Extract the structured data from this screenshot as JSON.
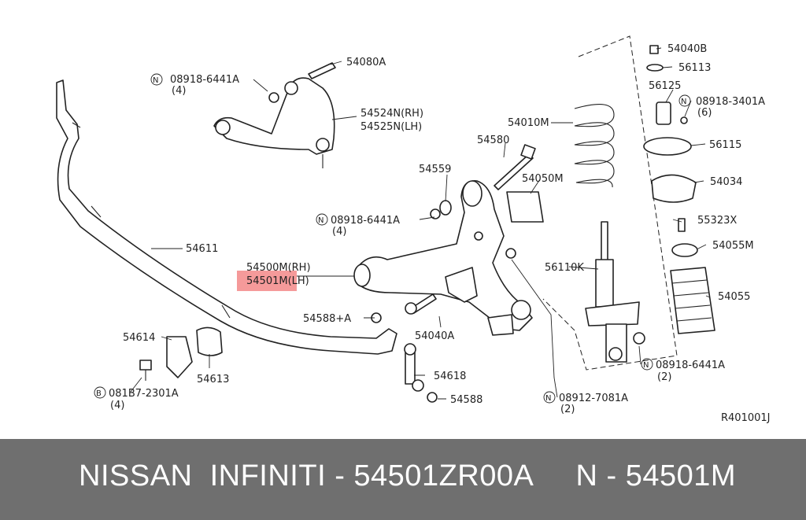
{
  "labels": {
    "p54080A": "54080A",
    "p08918_6441A_top": "08918-6441A",
    "p08918_6441A_top_qty": "(4)",
    "p54524N": "54524N(RH)",
    "p54525N": "54525N(LH)",
    "p54010M": "54010M",
    "p54040B": "54040B",
    "p56113": "56113",
    "p56125": "56125",
    "p08918_3401A": "08918-3401A",
    "p08918_3401A_qty": "(6)",
    "p56115": "56115",
    "p54580": "54580",
    "p54559": "54559",
    "p54050M": "54050M",
    "p54034": "54034",
    "p08918_6441A_mid": "08918-6441A",
    "p08918_6441A_mid_qty": "(4)",
    "p55323X": "55323X",
    "p54611": "54611",
    "p54055M": "54055M",
    "p54500M": "54500M(RH)",
    "p54501M": "54501M(LH)",
    "p56110K": "56110K",
    "p54055": "54055",
    "p54588A": "54588+A",
    "p54040A": "54040A",
    "p54614": "54614",
    "p54613": "54613",
    "p54618": "54618",
    "p08918_6441A_bot": "08918-6441A",
    "p08918_6441A_bot_qty": "(2)",
    "p081B7_2301A": "081B7-2301A",
    "p081B7_2301A_qty": "(4)",
    "p54588": "54588",
    "p08912_7081A": "08912-7081A",
    "p08912_7081A_qty": "(2)",
    "circle_n": "N",
    "circle_b": "B",
    "ref": "R401001J"
  },
  "highlight_color": "#f59a9a",
  "footer": {
    "text": "NISSAN  INFINITI - 54501ZR00A     N - 54501M",
    "background": "#6f6f6f"
  }
}
